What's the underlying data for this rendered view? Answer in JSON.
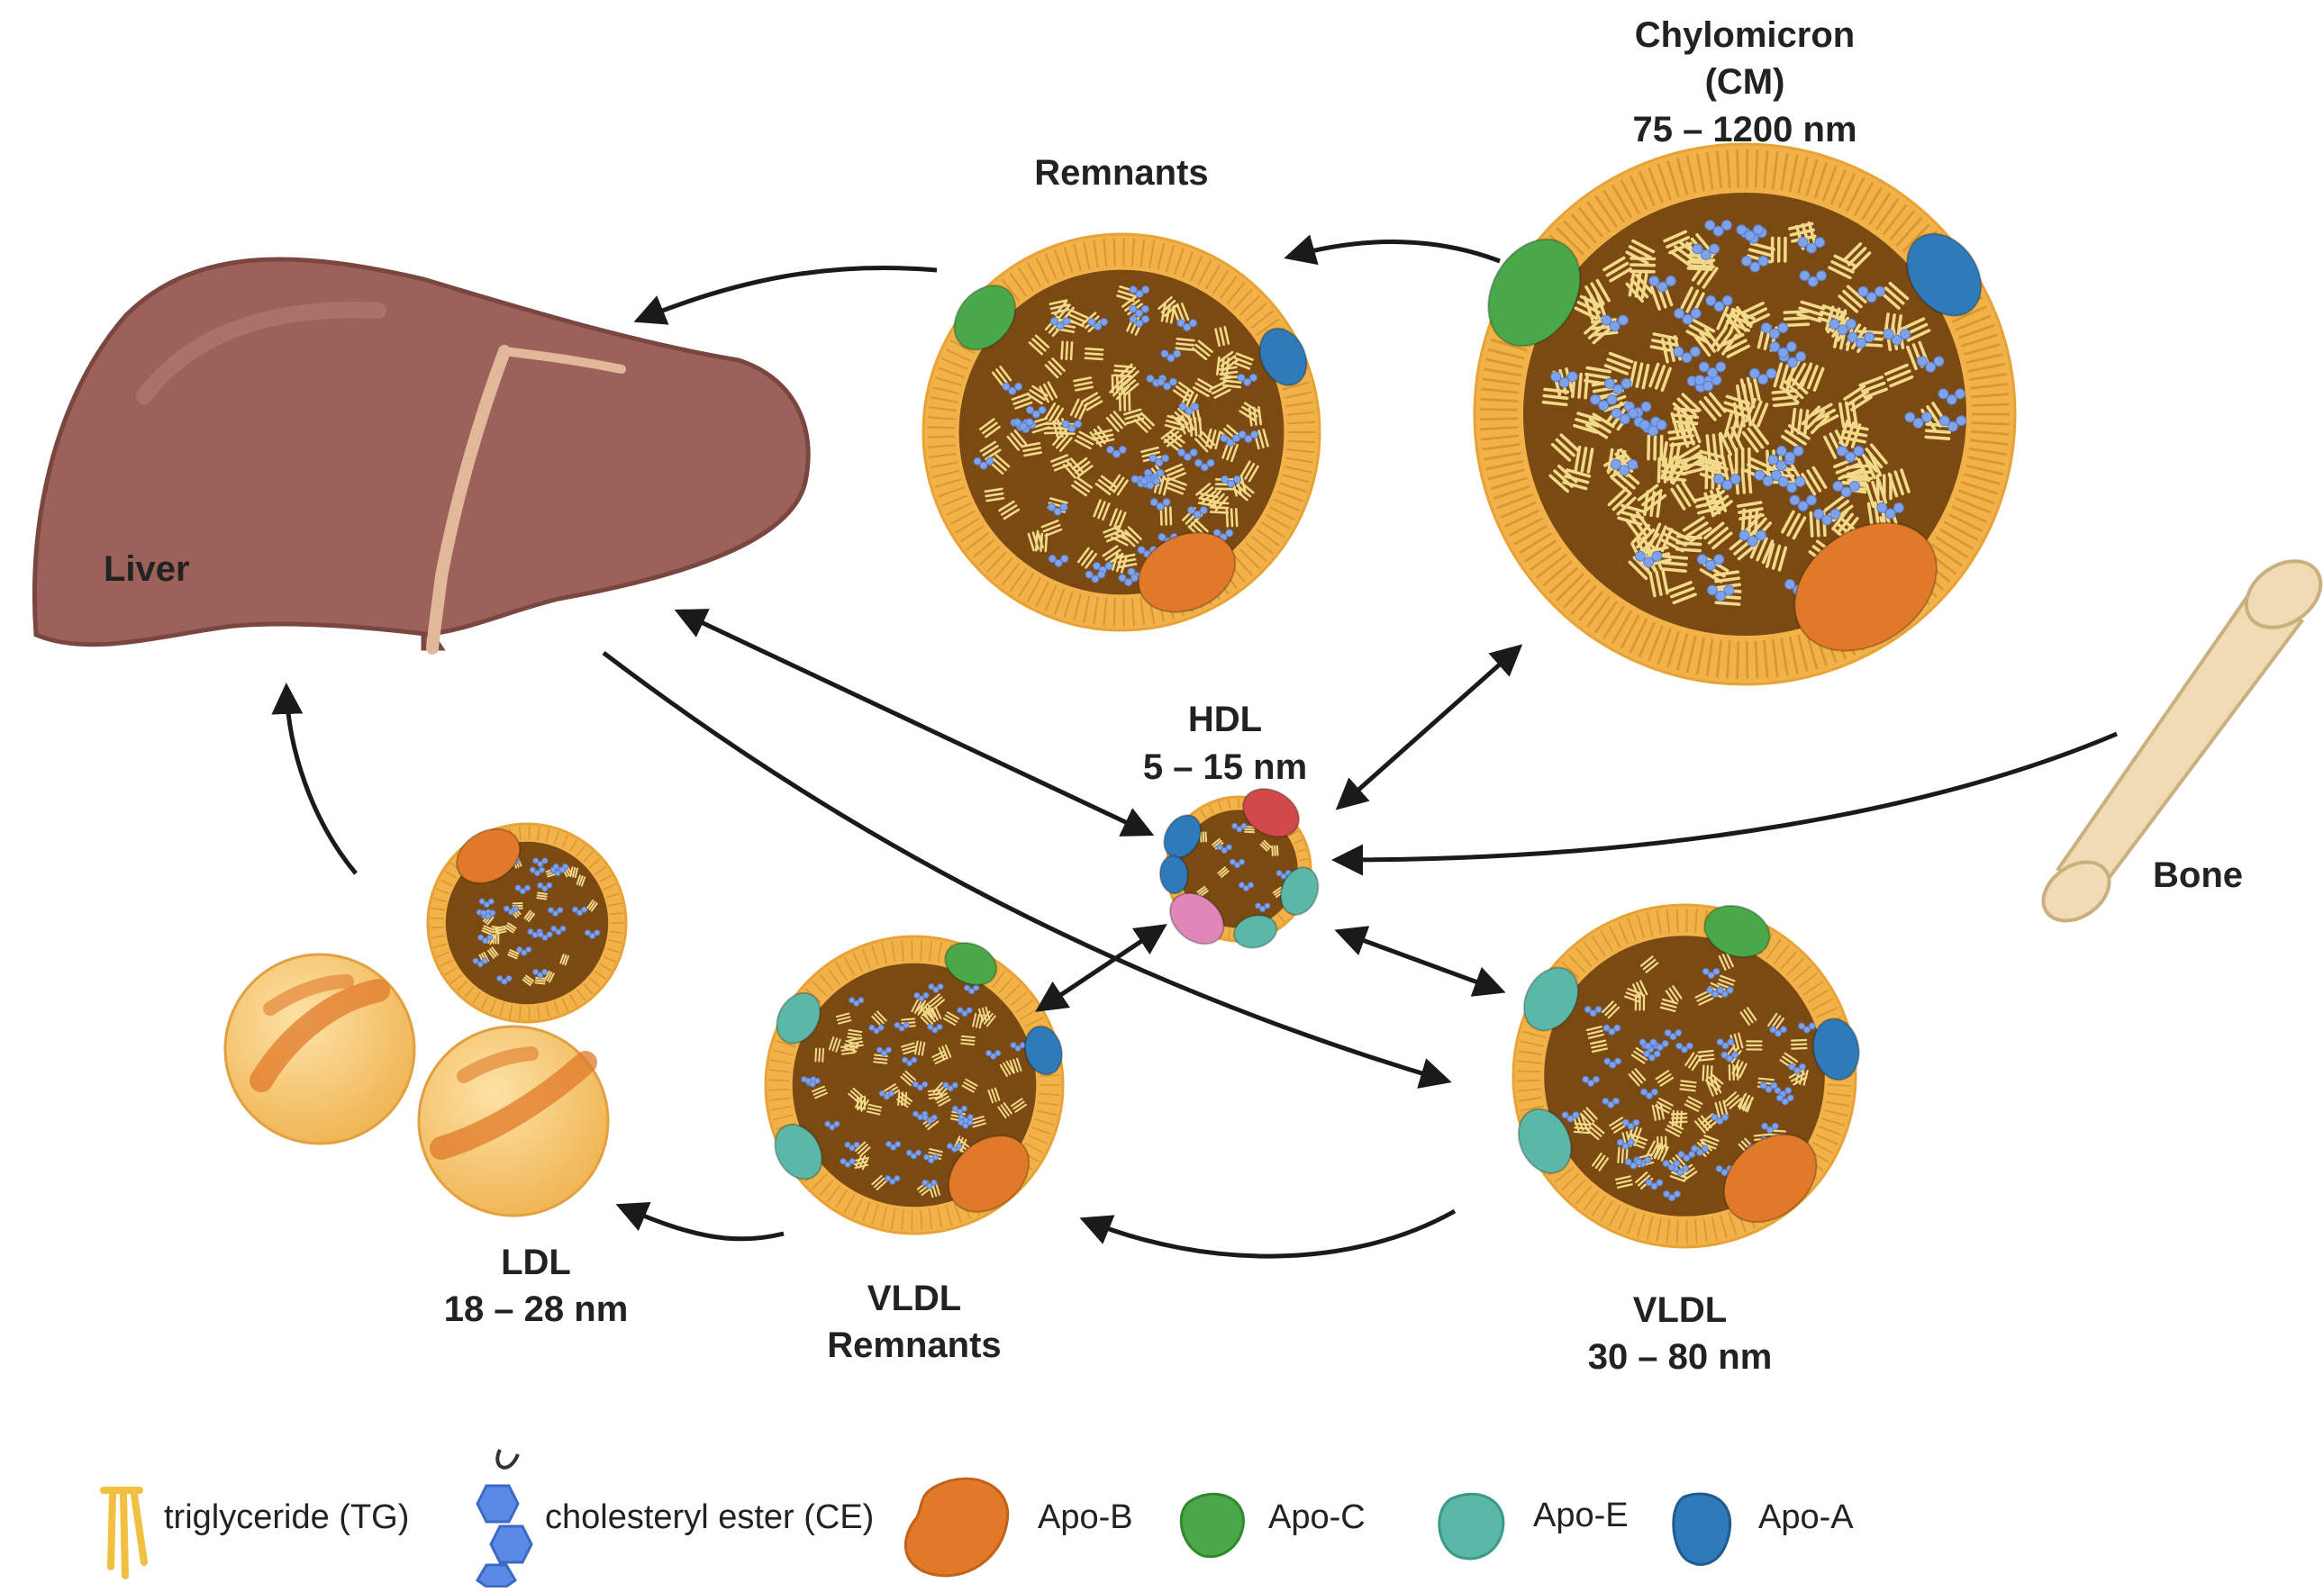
{
  "labels": {
    "liver": "Liver",
    "remnants": "Remnants",
    "cm_line1": "Chylomicron",
    "cm_line2": "(CM)",
    "cm_line3": "75 – 1200 nm",
    "hdl_line1": "HDL",
    "hdl_line2": "5 – 15  nm",
    "bone": "Bone",
    "ldl_line1": "LDL",
    "ldl_line2": "18 – 28 nm",
    "vldlr_line1": "VLDL",
    "vldlr_line2": "Remnants",
    "vldl_line1": "VLDL",
    "vldl_line2": "30 – 80 nm"
  },
  "legend": {
    "tg": "triglyceride (TG)",
    "ce": "cholesteryl ester (CE)",
    "apob": "Apo-B",
    "apoc": "Apo-C",
    "apoe": "Apo-E",
    "apoa": "Apo-A"
  },
  "colors": {
    "core": "#7a4a12",
    "shell": "#f2b24a",
    "tg": "#f3d98a",
    "ce": "#7fa3ea",
    "apob": "#e07a2a",
    "apoc": "#4aa84a",
    "apoe": "#5bb8a8",
    "apoa": "#2f7ab8",
    "liver": "#9c625a",
    "bone": "#efdcb4",
    "arrow": "#1a1a1a"
  }
}
